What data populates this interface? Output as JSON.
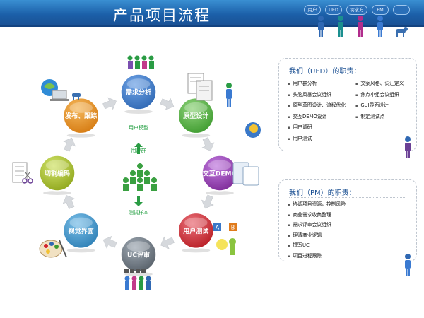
{
  "title": "产品项目流程",
  "roles": [
    "用户",
    "UED",
    "需求方",
    "PM",
    "…"
  ],
  "cycle": [
    {
      "label": "需求分析",
      "color": "#2f68b3",
      "light": "#6fa3e6"
    },
    {
      "label": "原型设计",
      "color": "#3e9b2f",
      "light": "#8fd37b"
    },
    {
      "label": "交互DEMO",
      "color": "#7d2a97",
      "light": "#c27ce0"
    },
    {
      "label": "用户测试",
      "color": "#b81d24",
      "light": "#ea7079"
    },
    {
      "label": "UC评审",
      "color": "#565f68",
      "light": "#a0aab4"
    },
    {
      "label": "视觉界面",
      "color": "#2d7fb5",
      "light": "#7bbfe8"
    },
    {
      "label": "切割编码",
      "color": "#8fa61c",
      "light": "#d1e36a"
    },
    {
      "label": "发布、跟踪",
      "color": "#d57a11",
      "light": "#f5b85c"
    }
  ],
  "center": {
    "top_label": "用户模型",
    "mid_label": "用户群",
    "bottom_label": "测试样本"
  },
  "ab_icon": {
    "a": "A",
    "b": "B"
  },
  "ued_panel": {
    "title": "我们（UED）的职责：",
    "left": [
      "用户群分析",
      "头脑风暴会议组织",
      "原型草图设计、流程优化",
      "交互DEMO设计",
      "用户调研",
      "用户测试"
    ],
    "right": [
      "文案风格、词汇定义",
      "焦点小组会议组织",
      "GUI界面设计",
      "制定测试点"
    ]
  },
  "pm_panel": {
    "title": "我们（PM）的职责：",
    "items": [
      "协调项目资源，控制风险",
      "商业需求收集整理",
      "需求评审会议组织",
      "理清商业逻辑",
      "撰写UC",
      "项目进程跟踪"
    ]
  }
}
